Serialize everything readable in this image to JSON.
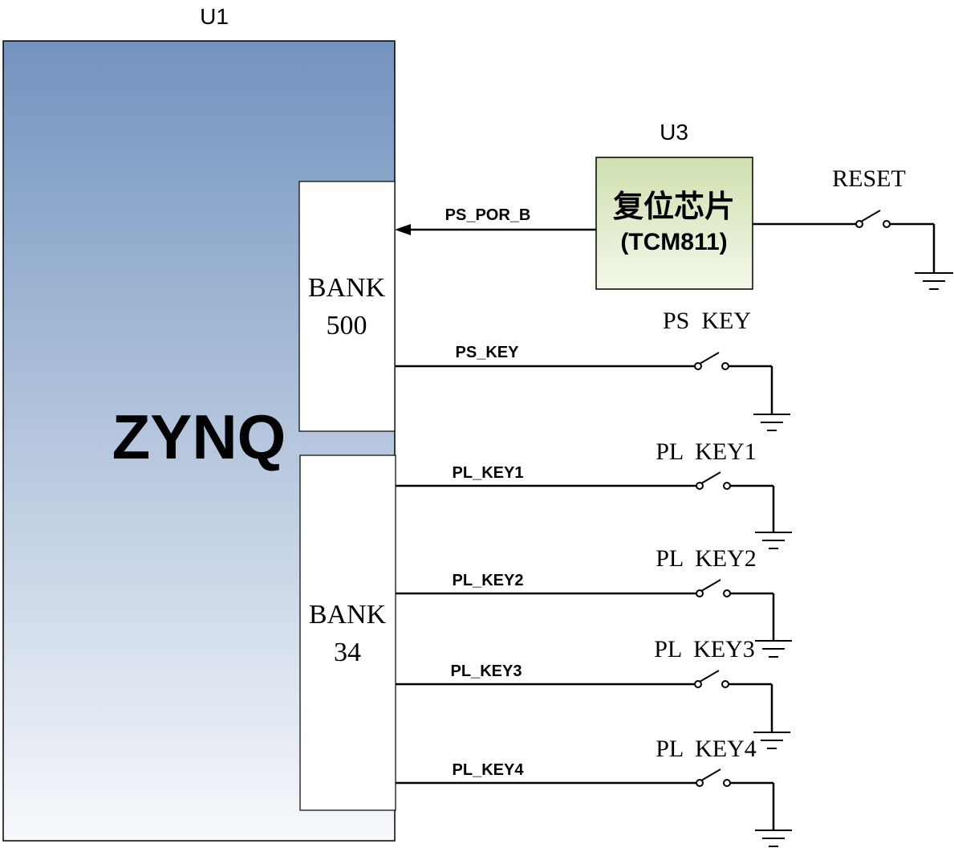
{
  "u1": {
    "ref": "U1",
    "name": "ZYNQ",
    "bank500": {
      "line1": "BANK",
      "line2": "500"
    },
    "bank34": {
      "line1": "BANK",
      "line2": "34"
    }
  },
  "u3": {
    "ref": "U3",
    "label_line1": "复位芯片",
    "label_line2": "(TCM811)"
  },
  "signals": {
    "por": "PS_POR_B",
    "ps_key": "PS_KEY",
    "pl_key1": "PL_KEY1",
    "pl_key2": "PL_KEY2",
    "pl_key3": "PL_KEY3",
    "pl_key4": "PL_KEY4"
  },
  "switches": {
    "reset": "RESET",
    "ps_key": "PS  KEY",
    "pl_key1": "PL  KEY1",
    "pl_key2": "PL  KEY2",
    "pl_key3": "PL  KEY3",
    "pl_key4": "PL  KEY4"
  },
  "colors": {
    "zynq_top": "#7393bf",
    "zynq_bottom": "#f7f9fc",
    "u3_top": "#cfe0b0",
    "u3_bottom": "#f3f8ea"
  }
}
